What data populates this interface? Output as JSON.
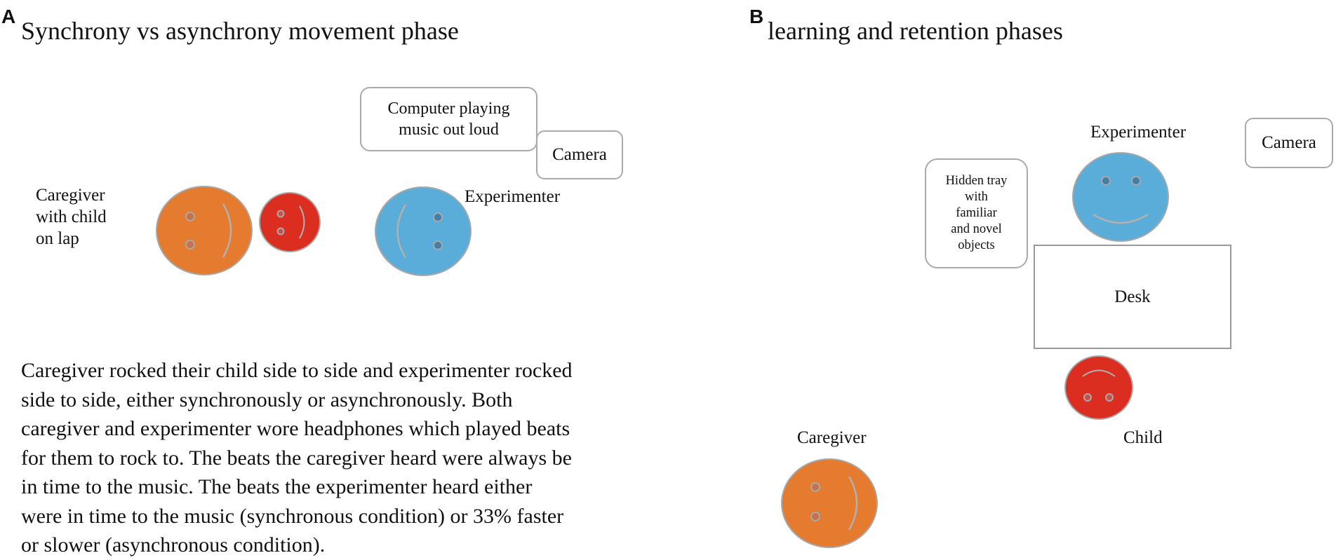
{
  "panel_a": {
    "letter": "A",
    "title": "Synchrony vs asynchrony movement phase",
    "computer_box": [
      "Computer playing",
      "music out loud"
    ],
    "camera_box": "Camera",
    "caregiver_label": [
      "Caregiver",
      "with child",
      "on lap"
    ],
    "experimenter_label": "Experimenter",
    "description": [
      "Caregiver rocked their child side to side and experimenter rocked",
      "side to side, either synchronously or asynchronously. Both",
      "caregiver and experimenter wore headphones which played beats",
      "for them to rock to.  The beats the caregiver heard were always be",
      "in time to the music.  The beats the experimenter heard either",
      "were in time to the music (synchronous condition) or 33% faster",
      "or slower (asynchronous condition)."
    ]
  },
  "panel_b": {
    "letter": "B",
    "title": "learning and retention phases",
    "experimenter_label": "Experimenter",
    "camera_box": "Camera",
    "tray_box": [
      "Hidden tray",
      "with",
      "familiar",
      "and novel",
      "objects"
    ],
    "desk_label": "Desk",
    "child_label": "Child",
    "caregiver_label": "Caregiver"
  },
  "colors": {
    "caregiver_face": "#e47b2f",
    "child_face": "#dc2e20",
    "experimenter_face": "#5aacd9",
    "outline": "#a8a8a8",
    "feature": "#b0b0b0",
    "eye_fill_orange": "#c8714a",
    "eye_fill_red": "#c9514a",
    "eye_fill_blue": "#3f7fa8"
  }
}
